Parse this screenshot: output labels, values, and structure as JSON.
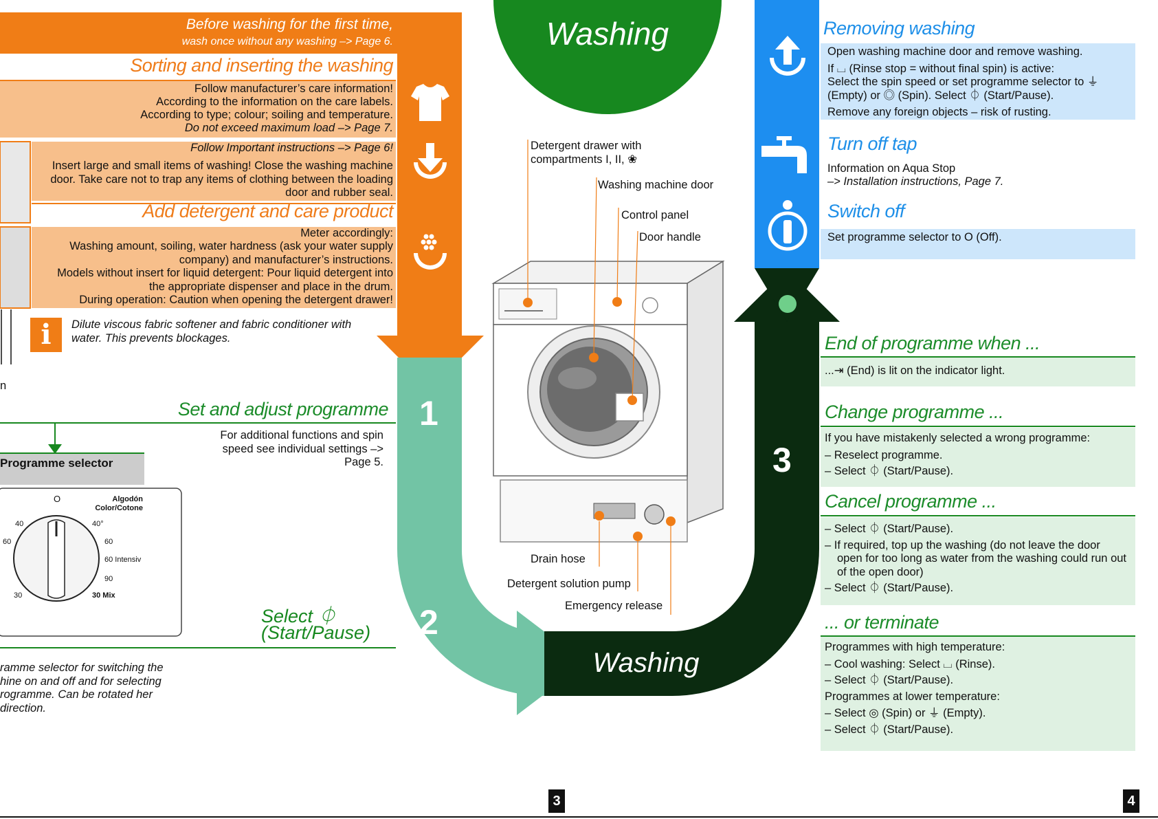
{
  "header_note": {
    "line1": "Before washing for the first time,",
    "line2": "wash once without any washing –> Page 6."
  },
  "left": {
    "sorting_heading": "Sorting and inserting the washing",
    "sorting_lines": [
      "Follow manufacturer’s care information!",
      "According to the information on the care labels.",
      "According to type; colour; soiling and temperature.",
      "Do not exceed maximum load –> Page 7."
    ],
    "insert_note": "Follow Important instructions –> Page 6!",
    "insert_text": "Insert large and small items of washing! Close the washing machine door. Take care not to trap any items of clothing between the loading door and rubber seal.",
    "detergent_heading": "Add detergent and care product",
    "detergent_lines": [
      "Meter accordingly:",
      "Washing amount, soiling, water hardness (ask your water supply company) and manufacturer’s instructions.",
      "Models without insert for liquid detergent: Pour liquid detergent into the appropriate dispenser and place in the drum.",
      "During operation: Caution when opening the detergent drawer!"
    ],
    "info_note": "Dilute viscous fabric softener and fabric conditioner with water. This prevents blockages.",
    "info_icon": "i",
    "set_heading": "Set and adjust programme",
    "set_text": "For additional functions and spin speed see individual settings –> Page 5.",
    "selector_label": "Programme selector",
    "select_start_line1": "Select ⏀",
    "select_start_line2": "(Start/Pause)",
    "selector_note": "ramme selector for switching the hine on and off and for selecting rogramme. Can be rotated her direction.",
    "dial_labels": {
      "off": "O",
      "algodon": "Algodón",
      "color": "Color/Cotone",
      "t40_left": "40",
      "t40_right": "40°",
      "t60_left": "60",
      "t60_right": "60",
      "intensiv": "60 Intensiv",
      "t90": "90",
      "t30_left": "30",
      "mix": "30 Mix"
    },
    "cut_letter": "n"
  },
  "center": {
    "title_top": "Washing",
    "title_bottom": "Washing",
    "step1": "1",
    "step2": "2",
    "step3": "3",
    "labels": {
      "drawer": "Detergent drawer with compartments I, II, ❀",
      "door": "Washing machine door",
      "panel": "Control panel",
      "handle": "Door handle",
      "drain": "Drain hose",
      "pump": "Detergent solution pump",
      "release": "Emergency release"
    }
  },
  "right": {
    "removing_heading": "Removing washing",
    "removing_lines": [
      "Open washing machine door and remove washing.",
      "If ⌴ (Rinse stop = without final spin) is active:",
      "Select the spin speed or set programme selector to ⏚ (Empty) or ◎ (Spin). Select ⏀ (Start/Pause).",
      "Remove any foreign objects – risk of rusting."
    ],
    "tap_heading": "Turn off tap",
    "tap_line1": "Information on Aqua Stop",
    "tap_line2": "–> Installation instructions, Page 7.",
    "switch_heading": "Switch off",
    "switch_line": "Set programme selector to O (Off).",
    "end_heading": "End of programme when ...",
    "end_line": "...⇥ (End) is lit on the indicator light.",
    "change_heading": "Change programme ...",
    "change_intro": "If you have mistakenly selected a wrong programme:",
    "change_items": [
      "– Reselect programme.",
      "– Select ⏀ (Start/Pause)."
    ],
    "cancel_heading": "Cancel programme ...",
    "cancel_items": [
      "– Select ⏀ (Start/Pause).",
      "– If required, top up the washing (do not leave the door open for too long as water from the washing could run out of the open door)",
      "– Select ⏀ (Start/Pause)."
    ],
    "terminate_heading": "... or terminate",
    "terminate_high": "Programmes with high temperature:",
    "terminate_high_items": [
      "– Cool washing: Select ⌴ (Rinse).",
      "– Select ⏀ (Start/Pause)."
    ],
    "terminate_low": "Programmes at lower temperature:",
    "terminate_low_items": [
      "– Select ◎ (Spin) or ⏚ (Empty).",
      "– Select ⏀ (Start/Pause)."
    ]
  },
  "footer": {
    "page_left": "3",
    "page_right": "4"
  },
  "colors": {
    "orange": "#f07d16",
    "light_orange": "#f7bf8b",
    "green": "#17881f",
    "mint": "#72c4a5",
    "dark_green": "#0b2b10",
    "blue": "#1d8ef0",
    "light_blue": "#cde6fb",
    "light_green": "#dff1e2"
  },
  "icons": [
    "tshirt-icon",
    "load-arrow-icon",
    "detergent-icon",
    "unload-arrow-icon",
    "tap-icon",
    "info-circle-icon"
  ]
}
